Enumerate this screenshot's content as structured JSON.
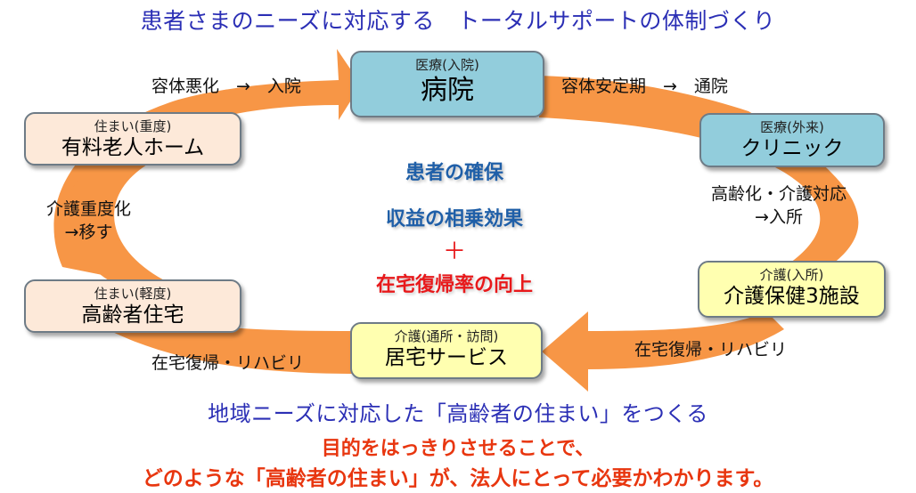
{
  "header": {
    "title": "患者さまのニーズに対応する　トータルサポートの体制づくり"
  },
  "colors": {
    "ring_orange": "#f79646",
    "title_blue": "#2b2fb5",
    "center_blue": "#1f5fa8",
    "accent_red": "#e8191b",
    "conclusion_red": "#e8360f",
    "medical_box": "#92cddc",
    "housing_box": "#fde9d9",
    "care_box": "#ffffb0"
  },
  "nodes": {
    "hospital": {
      "category": "医療(入院)",
      "name": "病院"
    },
    "clinic": {
      "category": "医療(外来)",
      "name": "クリニック"
    },
    "kaigo_hoken": {
      "category": "介護(入所)",
      "name": "介護保健3施設"
    },
    "kyotaku": {
      "category": "介護(通所・訪問)",
      "name": "居宅サービス"
    },
    "koureisha_jutaku": {
      "category": "住まい(軽度)",
      "name": "高齢者住宅"
    },
    "roujin_home": {
      "category": "住まい(重度)",
      "name": "有料老人ホーム"
    }
  },
  "transitions": {
    "worsen": "容体悪化　→　入院",
    "stable": "容体安定期　→　通院",
    "aging_line1": "高齢化・介護対応",
    "aging_line2": "→入所",
    "return_right": "在宅復帰・リハビリ",
    "return_left": "在宅復帰・リハビリ",
    "severe_line1": "介護重度化",
    "severe_line2": "→移す"
  },
  "center": {
    "line1": "患者の確保",
    "line2": "収益の相乗効果",
    "plus": "＋",
    "line3": "在宅復帰率の向上"
  },
  "footer": {
    "subtitle": "地域ニーズに対応した「高齢者の住まい」をつくる",
    "conclusion_line1": "目的をはっきりさせることで、",
    "conclusion_line2": "どのような「高齢者の住まい」が、法人にとって必要かわかります。"
  }
}
